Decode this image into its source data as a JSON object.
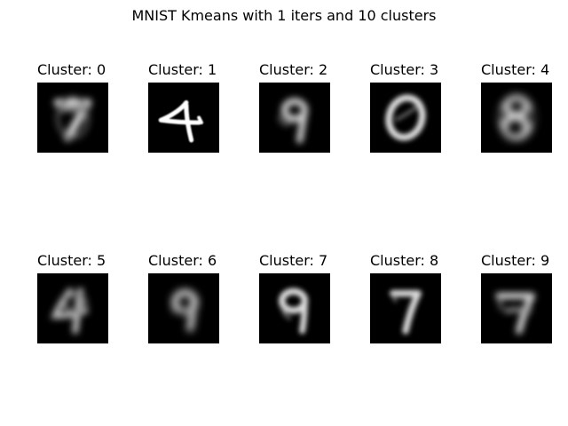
{
  "figure": {
    "title": "MNIST Kmeans with 1 iters and 10 clusters"
  },
  "chart_data": {
    "type": "heatmap",
    "title": "MNIST Kmeans with 1 iters and 10 clusters",
    "colormap": "gray",
    "background_color": "#000000",
    "foreground_color": "#ffffff",
    "panels": [
      {
        "title": "Cluster: 0",
        "depicted_digit": "7"
      },
      {
        "title": "Cluster: 1",
        "depicted_digit": "4"
      },
      {
        "title": "Cluster: 2",
        "depicted_digit": "9"
      },
      {
        "title": "Cluster: 3",
        "depicted_digit": "0"
      },
      {
        "title": "Cluster: 4",
        "depicted_digit": "8"
      },
      {
        "title": "Cluster: 5",
        "depicted_digit": "4"
      },
      {
        "title": "Cluster: 6",
        "depicted_digit": "9"
      },
      {
        "title": "Cluster: 7",
        "depicted_digit": "9"
      },
      {
        "title": "Cluster: 8",
        "depicted_digit": "7"
      },
      {
        "title": "Cluster: 9",
        "depicted_digit": "7"
      }
    ]
  }
}
